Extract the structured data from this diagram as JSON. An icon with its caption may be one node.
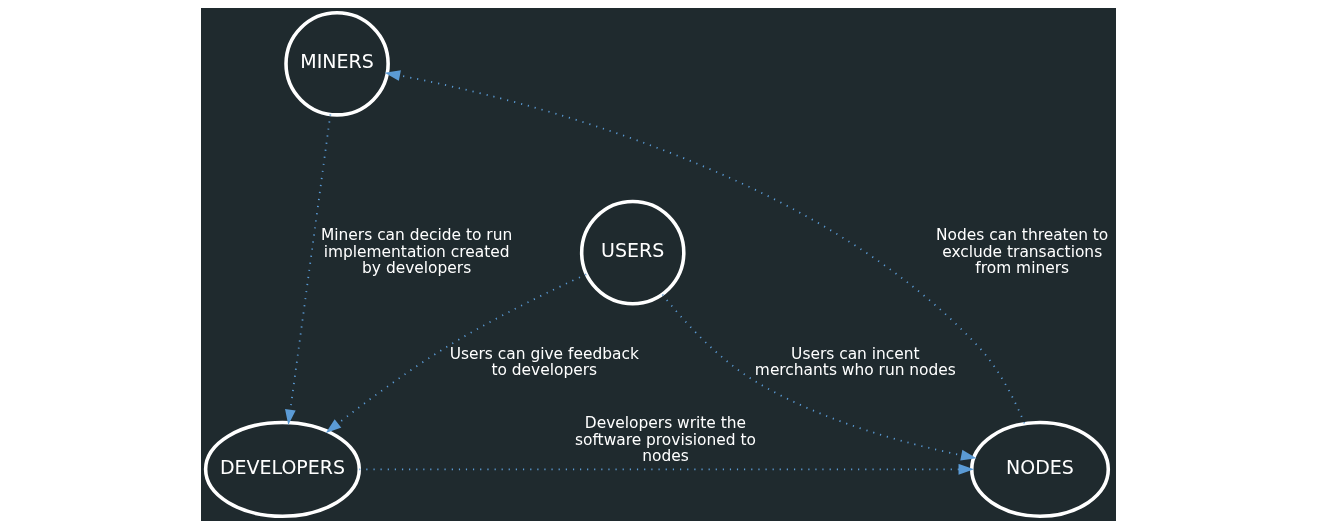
{
  "diagram": {
    "nodes": [
      {
        "text": [
          "MINERS"
        ]
      },
      {
        "text": [
          "USERS"
        ]
      },
      {
        "text": [
          "DEVELOPERS"
        ]
      },
      {
        "text": [
          "NODES"
        ]
      }
    ],
    "edges": [
      {
        "from": 0,
        "to": 2,
        "arrow": "to",
        "label": "Miners can decide to run implementation created by developers"
      },
      {
        "from": 3,
        "to": 0,
        "arrow": "to",
        "label": "Nodes can threaten to exclude transactions from miners"
      },
      {
        "from": 1,
        "to": 2,
        "arrow": "to",
        "label": "Users can give feedback to developers"
      },
      {
        "from": 1,
        "to": 3,
        "arrow": "to",
        "label": "Users can incent merchants who run nodes"
      },
      {
        "from": 2,
        "to": 3,
        "arrow": "to",
        "label": "Developers write the software provisioned to nodes"
      }
    ]
  }
}
